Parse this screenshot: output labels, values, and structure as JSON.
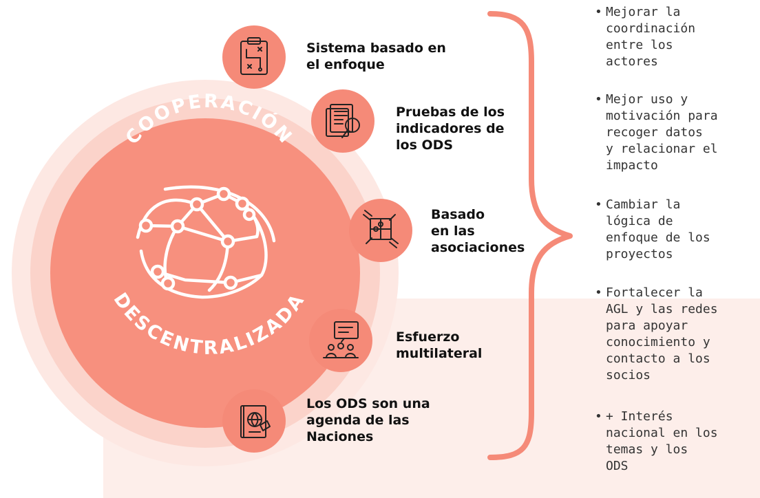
{
  "colors": {
    "accent": "#f58a78",
    "halo_outer": "#fde8e3",
    "halo_inner": "#fbd3ca",
    "core": "#f7907e",
    "panel": "#fdeeea"
  },
  "core": {
    "icon": "globe-network-icon",
    "title_top": "COOPERACIÓN",
    "title_bottom": "DESCENTRALIZADA"
  },
  "items": [
    {
      "icon": "strategy-clipboard-icon",
      "label": "Sistema basado en\nel enfoque"
    },
    {
      "icon": "document-magnifier-icon",
      "label": "Pruebas de los\nindicadores de\nlos ODS"
    },
    {
      "icon": "puzzle-hands-icon",
      "label": "Basado\nen las\nasociaciones"
    },
    {
      "icon": "meeting-people-icon",
      "label": "Esfuerzo\nmultilateral"
    },
    {
      "icon": "globe-book-icon",
      "label": "Los ODS son una\nagenda de las\nNaciones"
    }
  ],
  "bullets": [
    "Mejorar la\ncoordinación\nentre los\nactores",
    "Mejor uso y\nmotivación para\nrecoger datos\ny relacionar el\nimpacto",
    "Cambiar la\nlógica de\nenfoque de los\nproyectos",
    "Fortalecer la\nAGL y las redes\npara apoyar\nconocimiento y\ncontacto a los\nsocios",
    "+ Interés\nnacional en los\ntemas y los\nODS"
  ]
}
